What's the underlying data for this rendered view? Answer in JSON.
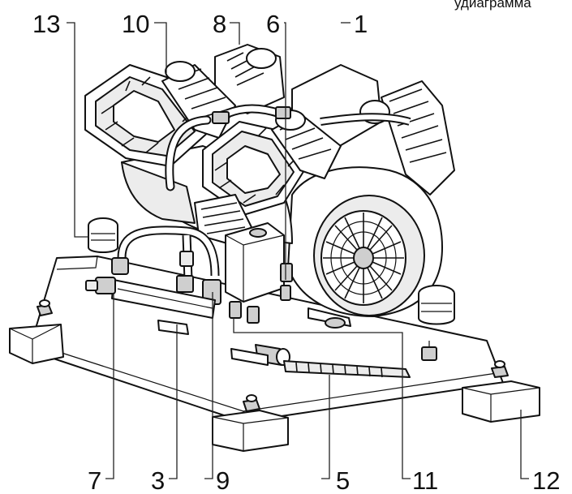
{
  "header": {
    "text": "удиаграмма"
  },
  "callouts": {
    "c13": "13",
    "c10": "10",
    "c8": "8",
    "c6": "6",
    "c1": "1",
    "c7": "7",
    "c3": "3",
    "c9": "9",
    "c5": "5",
    "c11": "11",
    "c12": "12"
  },
  "colors": {
    "line": "#111111",
    "fill": "#ffffff",
    "shade": "#cfcfcf"
  }
}
